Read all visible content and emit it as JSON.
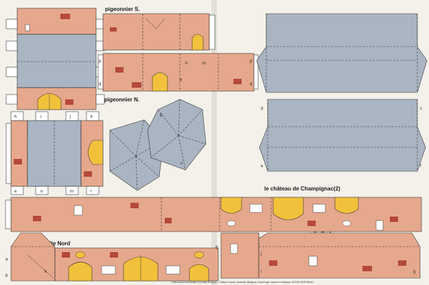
{
  "colors": {
    "wall": "#e6a88c",
    "roof": "#a9b5c2",
    "door": "#f2c13c",
    "brick": "#b5493a",
    "paper": "#f3f1ea",
    "tab": "#ffffff",
    "line": "#333333"
  },
  "labels": {
    "pigeonnier_s": "pigeonnier S.",
    "pigeonnier_n": "pigeonnier N.",
    "title": "le château de Champignac(2)",
    "aile_nord": "aile Nord",
    "aile_sud": "aile Sud"
  },
  "letters": {
    "tab_h": "h",
    "tab_i": "i",
    "tab_j": "j",
    "tab_k": "k",
    "tab_e": "e",
    "tab_n": "n",
    "tab_m": "m",
    "tab_l": "l",
    "ps_p": "p",
    "ps_q": "q",
    "ps_h": "h",
    "ps_m": "m",
    "ps_e": "e",
    "ps_p2": "p",
    "ps_q2": "q",
    "oct_b": "b",
    "oct_c": "c",
    "roof_d": "d",
    "roof_c": "c",
    "roof_e": "e",
    "roof_f": "f",
    "an_a": "a",
    "an_k": "k",
    "an_b": "b",
    "as_g": "g",
    "as_j": "j",
    "as_i": "i",
    "as_g2": "g"
  },
  "footer": "Cette planche est extraite du journal de Spirou — Éditions Dupuis, Marcinelle (Belgique). Dépôt légal. Imprimé en Belgique. DUPUIS MARTINEAU"
}
